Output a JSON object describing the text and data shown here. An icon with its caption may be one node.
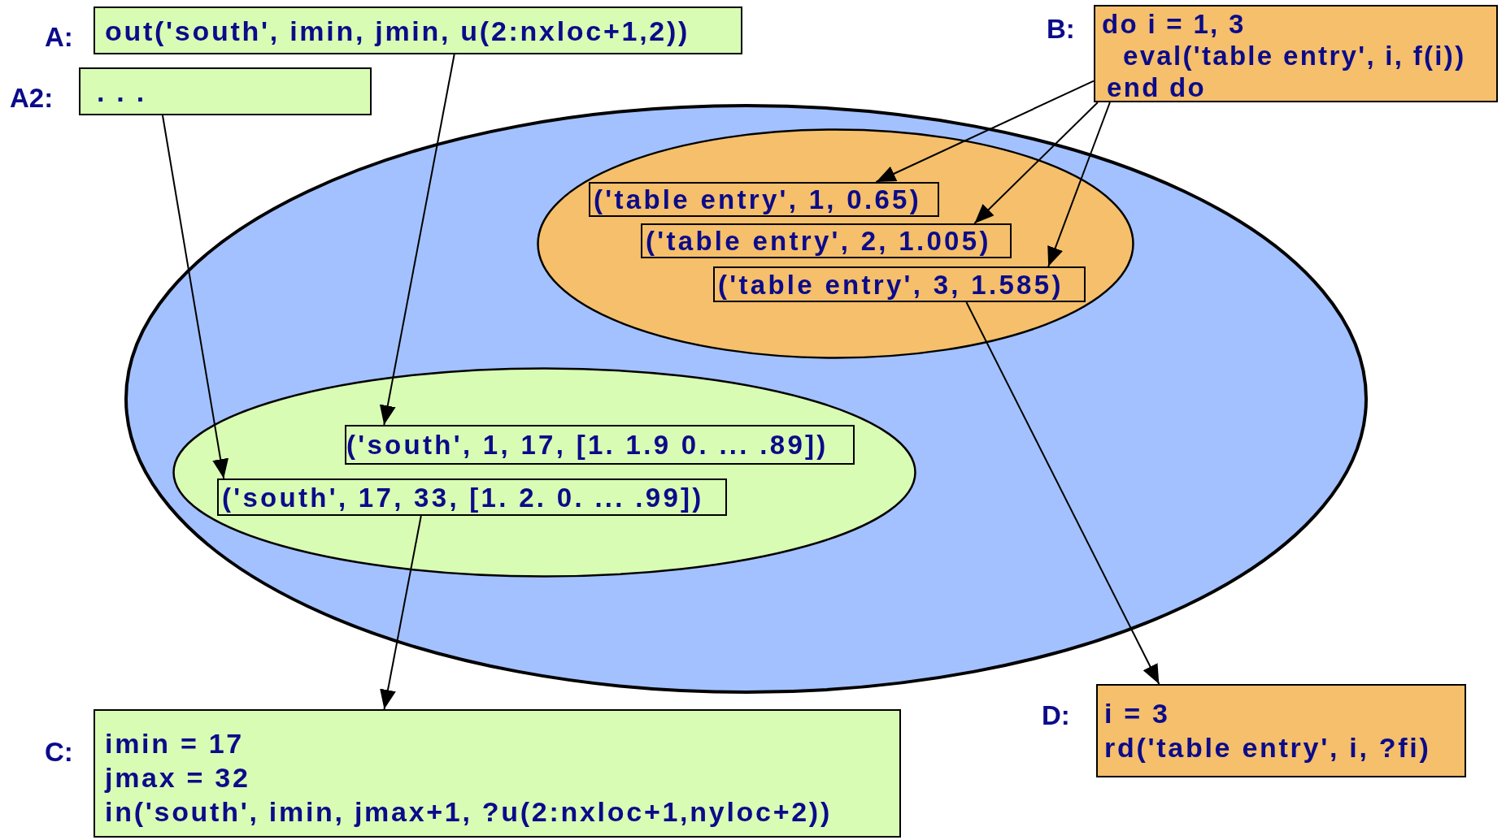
{
  "diagram": {
    "nodes": [
      {
        "text": [
          "out('south', imin, jmin, u(2:nxloc+1,2))"
        ],
        "beside": [
          "A:"
        ]
      },
      {
        "text": [
          ". . ."
        ],
        "beside": [
          "A2:"
        ]
      },
      {
        "text": [],
        "shape": "ellipse"
      },
      {
        "text": [],
        "shape": "ellipse",
        "in": 2
      },
      {
        "text": [
          "('table entry', 1, 0.65)"
        ],
        "in": 3
      },
      {
        "text": [
          "('table entry', 2, 1.005)"
        ],
        "in": 3
      },
      {
        "text": [
          "('table entry', 3, 1.585)"
        ],
        "in": 3
      },
      {
        "text": [],
        "shape": "ellipse",
        "in": 2
      },
      {
        "text": [
          "('south', 1, 17, [1. 1.9 0. ... .89])"
        ],
        "in": 7
      },
      {
        "text": [
          "('south', 17, 33, [1. 2. 0. ... .99])"
        ],
        "in": 7
      },
      {
        "text": [
          "do i = 1, 3",
          "eval('table entry', i, f(i))",
          "end do"
        ],
        "beside": [
          "B:"
        ]
      },
      {
        "text": [
          "imin = 17",
          "jmax = 32",
          "in('south', imin, jmax+1, ?u(2:nxloc+1,nyloc+2))"
        ],
        "beside": [
          "C:"
        ]
      },
      {
        "text": [
          "i = 3",
          "rd('table entry', i, ?fi)"
        ],
        "beside": [
          "D:"
        ]
      }
    ],
    "edges": [
      {
        "from": 0,
        "to": 8,
        "arrow": "to"
      },
      {
        "from": 1,
        "to": 9,
        "arrow": "to"
      },
      {
        "from": 10,
        "to": 4,
        "arrow": "to"
      },
      {
        "from": 10,
        "to": 5,
        "arrow": "to"
      },
      {
        "from": 10,
        "to": 6,
        "arrow": "to"
      },
      {
        "from": 6,
        "to": 12,
        "arrow": "to"
      },
      {
        "from": 9,
        "to": 11,
        "arrow": "to"
      }
    ]
  }
}
